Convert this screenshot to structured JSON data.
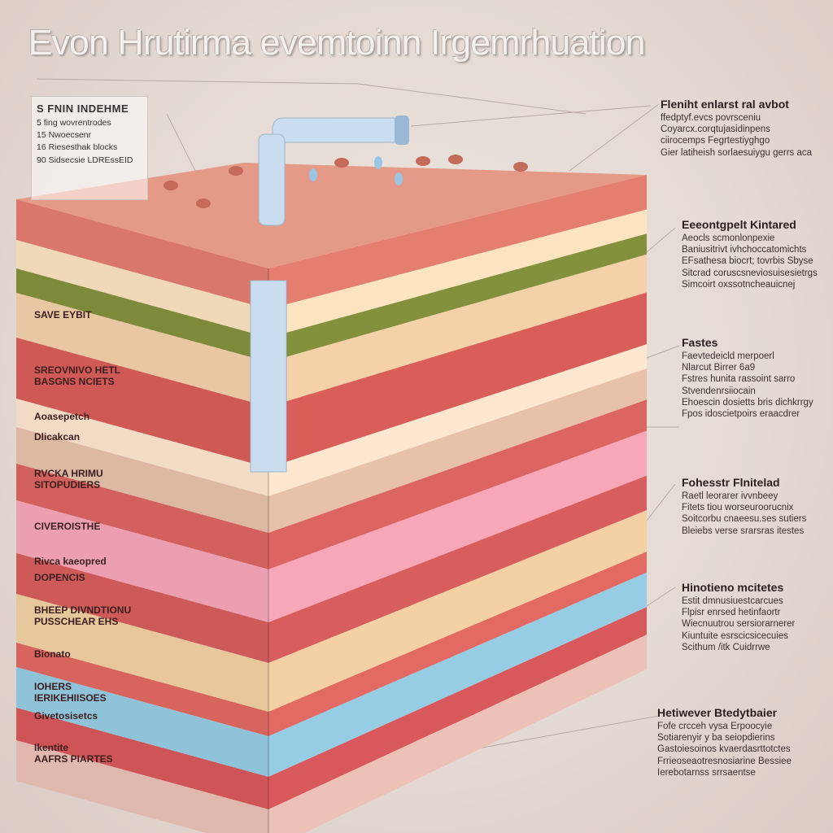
{
  "title": "Evon Hrutirma evemtoinn Irgemrhuation",
  "legend": {
    "heading": "S FNIN INDEHME",
    "items": [
      "5  fing wovrentrodes",
      "15  Nwoecsenr",
      "16  Riesesthak blocks",
      "90  Sidsecsie LDREssEID"
    ]
  },
  "layers": [
    {
      "color": "#d9786a"
    },
    {
      "color": "#f0d9b8"
    },
    {
      "color": "#7d8a3a"
    },
    {
      "color": "#e9c7a2"
    },
    {
      "color": "#cf5a55"
    },
    {
      "color": "#f2dcc6"
    },
    {
      "color": "#ddb8a2"
    },
    {
      "color": "#d2605c"
    },
    {
      "color": "#ec9fb0"
    },
    {
      "color": "#cd5a58"
    },
    {
      "color": "#e8c79c"
    },
    {
      "color": "#d8645e"
    },
    {
      "color": "#8fc3da"
    },
    {
      "color": "#cf5457"
    },
    {
      "color": "#e1b8ad"
    }
  ],
  "top_color": "#e49a86",
  "pipe_color": "#c9ddef",
  "left_labels": [
    {
      "lines": [
        "SAVE EYBIT"
      ]
    },
    {
      "lines": [
        "SREOVNIVO HETL",
        "BASGNS NCIETS"
      ]
    },
    {
      "lines": [
        "Aoasepetch"
      ]
    },
    {
      "lines": [
        "Dlicakcan"
      ]
    },
    {
      "lines": [
        "RVCKA HRIMU",
        "SITOPUDIERS"
      ]
    },
    {
      "lines": [
        "CIVEROISTHE"
      ]
    },
    {
      "lines": [
        "Rivca kaeopred"
      ]
    },
    {
      "lines": [
        "DOPENCIS"
      ]
    },
    {
      "lines": [
        "BHEEP DIVNDTIONU",
        "PUSSCHEAR EHS"
      ]
    },
    {
      "lines": [
        "Bionato"
      ]
    },
    {
      "lines": [
        "IOHERS",
        "IERIKEHIISOES"
      ]
    },
    {
      "lines": [
        "Givetosisetcs"
      ]
    },
    {
      "lines": [
        "Ikentite",
        "AAFRS PIARTES"
      ]
    }
  ],
  "right_labels": [
    {
      "heading": "Fleniht enlarst ral avbot",
      "lines": [
        "ffedptyf.evcs povrsceniu",
        "Coyarcx.corqtujasidinpens",
        "ciirocemps Fegrtestiyghgo",
        "Gier latiheish sorlaesuiygu gerrs aca"
      ]
    },
    {
      "heading": "Eeeontgpelt Kintared",
      "lines": [
        "Aeocls scmonlonpexie",
        "Baniusitrivt ivhchoccatomichts",
        "EFsathesa biocrt; tovrbis Sbyse",
        "Sitcrad coruscsneviosuisesietrgs",
        "Simcoirt oxssotncheauicnej"
      ]
    },
    {
      "heading": "Fastes",
      "lines": [
        "Faevtedeicld merpoerl",
        "Nlarcut Birrer 6a9",
        "Fstres hunita rassoint sarro",
        "Stvendenrsiiocain",
        "Ehoescin dosietts bris dichkrrgy",
        "Fpos idoscietpoirs eraacdrer"
      ]
    },
    {
      "heading": "Fohesstr Flnitelad",
      "lines": [
        "Raetl leorarer ivvnbeey",
        "Fitets tiou worseuroorucnix",
        "Soitcorbu cnaeesu.ses sutiers",
        "Bleiebs verse srarsras itestes"
      ]
    },
    {
      "heading": "Hinotieno mcitetes",
      "lines": [
        "Estit dmnusiuestcarcues",
        "Flpisr enrsed hetinfaortr",
        "Wiecnuutrou sersiorarnerer",
        "Kiuntuite esrscicsicecuies",
        "Scithum /itk Cuidrrwe"
      ]
    },
    {
      "heading": "Hetiwever Btedytbaier",
      "lines": [
        "Fofe crcceh vysa Erpoocyie",
        "Sotiarenyir y ba seiopdierins",
        "Gastoiesoinos kvaerdasrttotctes",
        "Frrieoseaotresnosiarine Bessiee",
        "Ierebotarnss srrsaentse"
      ]
    }
  ]
}
